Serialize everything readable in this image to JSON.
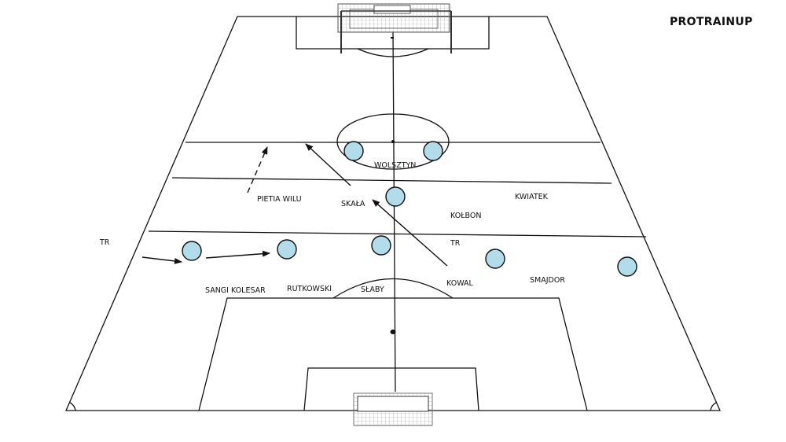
{
  "brand": {
    "name": "PROTRAINUP"
  },
  "labels": {
    "wolsztyn": "WOLSZTYN",
    "pietia_wilu": "PIETIA WILU",
    "skala": "SKAŁA",
    "kwiatek": "KWIATEK",
    "kolbon": "KOŁBON",
    "tr_left": "TR",
    "tr_mid": "TR",
    "sangi_kolesar": "SANGI KOLESAR",
    "rutkowski": "RUTKOWSKI",
    "slaby": "SŁABY",
    "kowal": "KOWAL",
    "smajdor": "SMAJDOR"
  },
  "colors": {
    "player_fill": "#b3dceb",
    "lines": "#111111",
    "background": "#ffffff"
  }
}
